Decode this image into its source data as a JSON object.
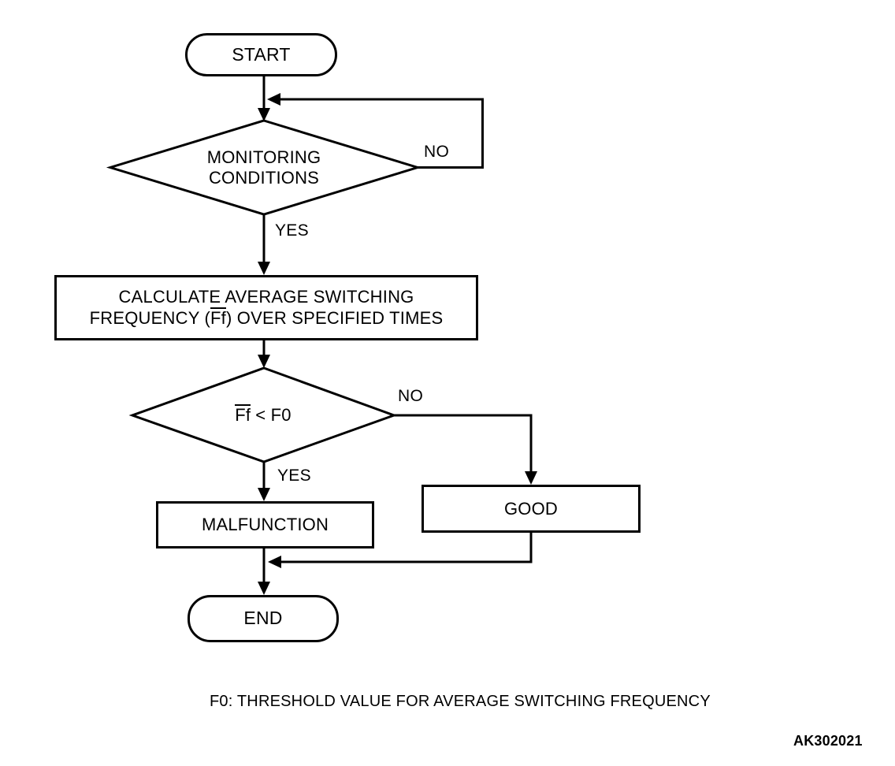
{
  "flowchart": {
    "start": {
      "label": "START"
    },
    "monitoring_decision": {
      "line1": "MONITORING",
      "line2": "CONDITIONS"
    },
    "calculate_process": {
      "line1": "CALCULATE AVERAGE SWITCHING",
      "line2_prefix": "FREQUENCY (",
      "line2_overlined": "Ff",
      "line2_suffix": ") OVER SPECIFIED TIMES"
    },
    "threshold_decision": {
      "overlined": "Ff",
      "rest": "< F0"
    },
    "malfunction": {
      "label": "MALFUNCTION"
    },
    "good": {
      "label": "GOOD"
    },
    "end": {
      "label": "END"
    },
    "edge_labels": {
      "monitoring_no": "NO",
      "monitoring_yes": "YES",
      "threshold_no": "NO",
      "threshold_yes": "YES"
    }
  },
  "footer": {
    "note": "F0: THRESHOLD VALUE FOR AVERAGE SWITCHING FREQUENCY",
    "figure_code": "AK302021"
  },
  "colors": {
    "line": "#000000",
    "background": "#ffffff",
    "text": "#000000"
  }
}
